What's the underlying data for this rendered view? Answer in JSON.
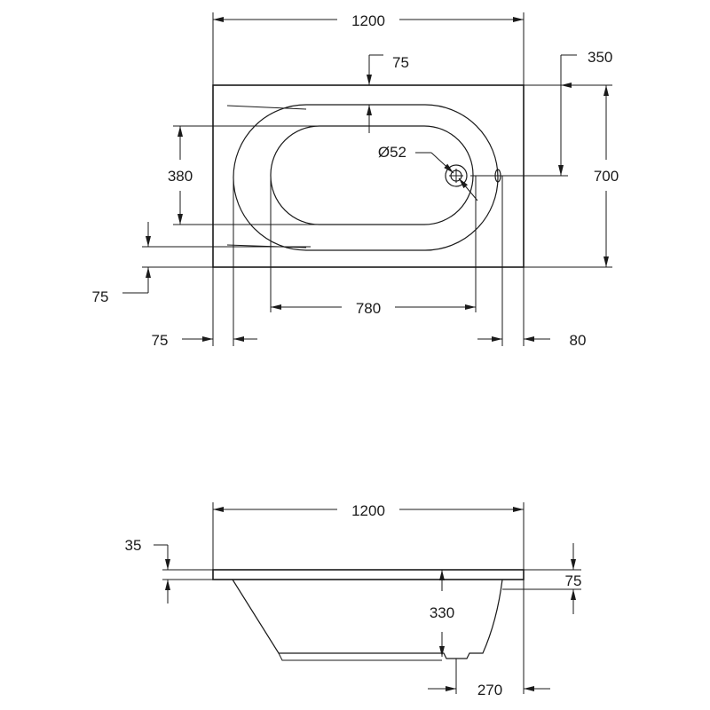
{
  "plan_view": {
    "overall_length": "1200",
    "drain_offset_top": "75",
    "drain_offset_right": "350",
    "overall_width": "700",
    "inner_width": "380",
    "drain_diameter": "Ø52",
    "inner_length": "780",
    "rim_offset_left": "75",
    "rim_offset_right": "80",
    "rim_offset_bottom": "75"
  },
  "side_view": {
    "overall_length": "1200",
    "rim_thickness": "35",
    "rim_step": "75",
    "depth": "330",
    "foot_offset": "270"
  }
}
